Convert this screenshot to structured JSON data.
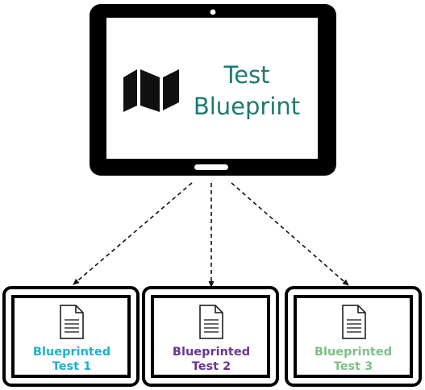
{
  "blueprint": {
    "title_line1": "Test",
    "title_line2": "Blueprint",
    "title_color": "#1b7a73",
    "map_icon": "map-icon"
  },
  "tests": [
    {
      "line1": "Blueprinted",
      "line2": "Test 1",
      "color": "#1ab3cc",
      "icon": "document-icon"
    },
    {
      "line1": "Blueprinted",
      "line2": "Test 2",
      "color": "#6a3595",
      "icon": "document-icon"
    },
    {
      "line1": "Blueprinted",
      "line2": "Test 3",
      "color": "#7dbf87",
      "icon": "document-icon"
    }
  ]
}
